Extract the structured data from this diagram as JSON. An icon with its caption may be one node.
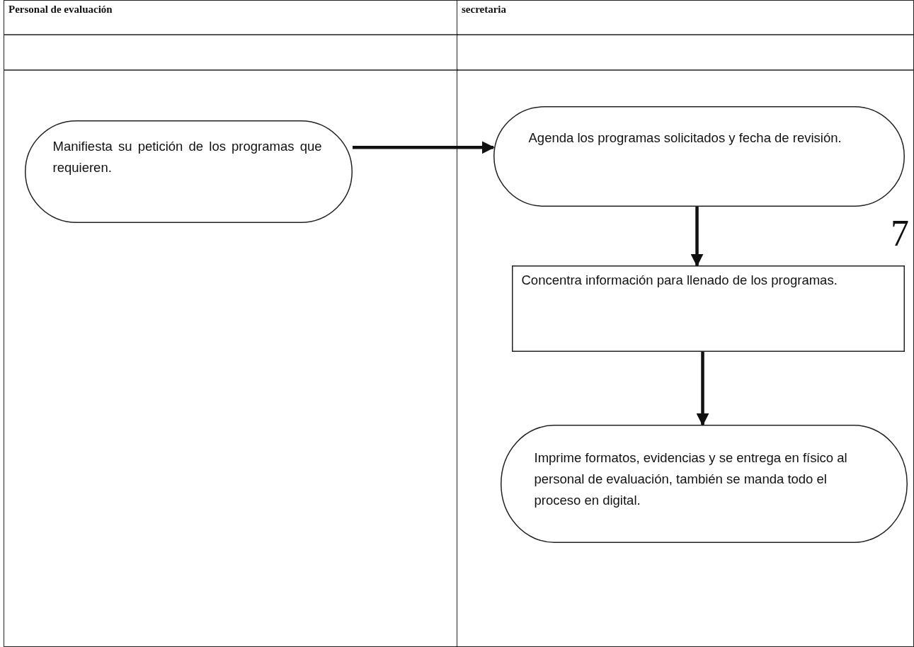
{
  "diagram": {
    "nodes": [
      {
        "text": [
          "Personal de evaluación"
        ]
      },
      {
        "text": [
          "secretaria"
        ]
      },
      {
        "text": [
          "Manifiesta su petición de los programas que requieren."
        ],
        "in": 0
      },
      {
        "text": [
          "Agenda los programas solicitados y fecha de revisión."
        ],
        "in": 1
      },
      {
        "text": [
          "Concentra información para llenado de los programas."
        ],
        "in": 1
      },
      {
        "text": [
          "Imprime formatos, evidencias y se entrega en físico al personal de evaluación, también se manda todo el proceso en digital."
        ],
        "in": 1
      }
    ],
    "edges": [
      {
        "from": 2,
        "to": 3,
        "arrow": "to"
      },
      {
        "from": 3,
        "to": 4,
        "arrow": "to"
      },
      {
        "from": 4,
        "to": 5,
        "arrow": "to"
      }
    ],
    "labels": [
      "7"
    ]
  }
}
